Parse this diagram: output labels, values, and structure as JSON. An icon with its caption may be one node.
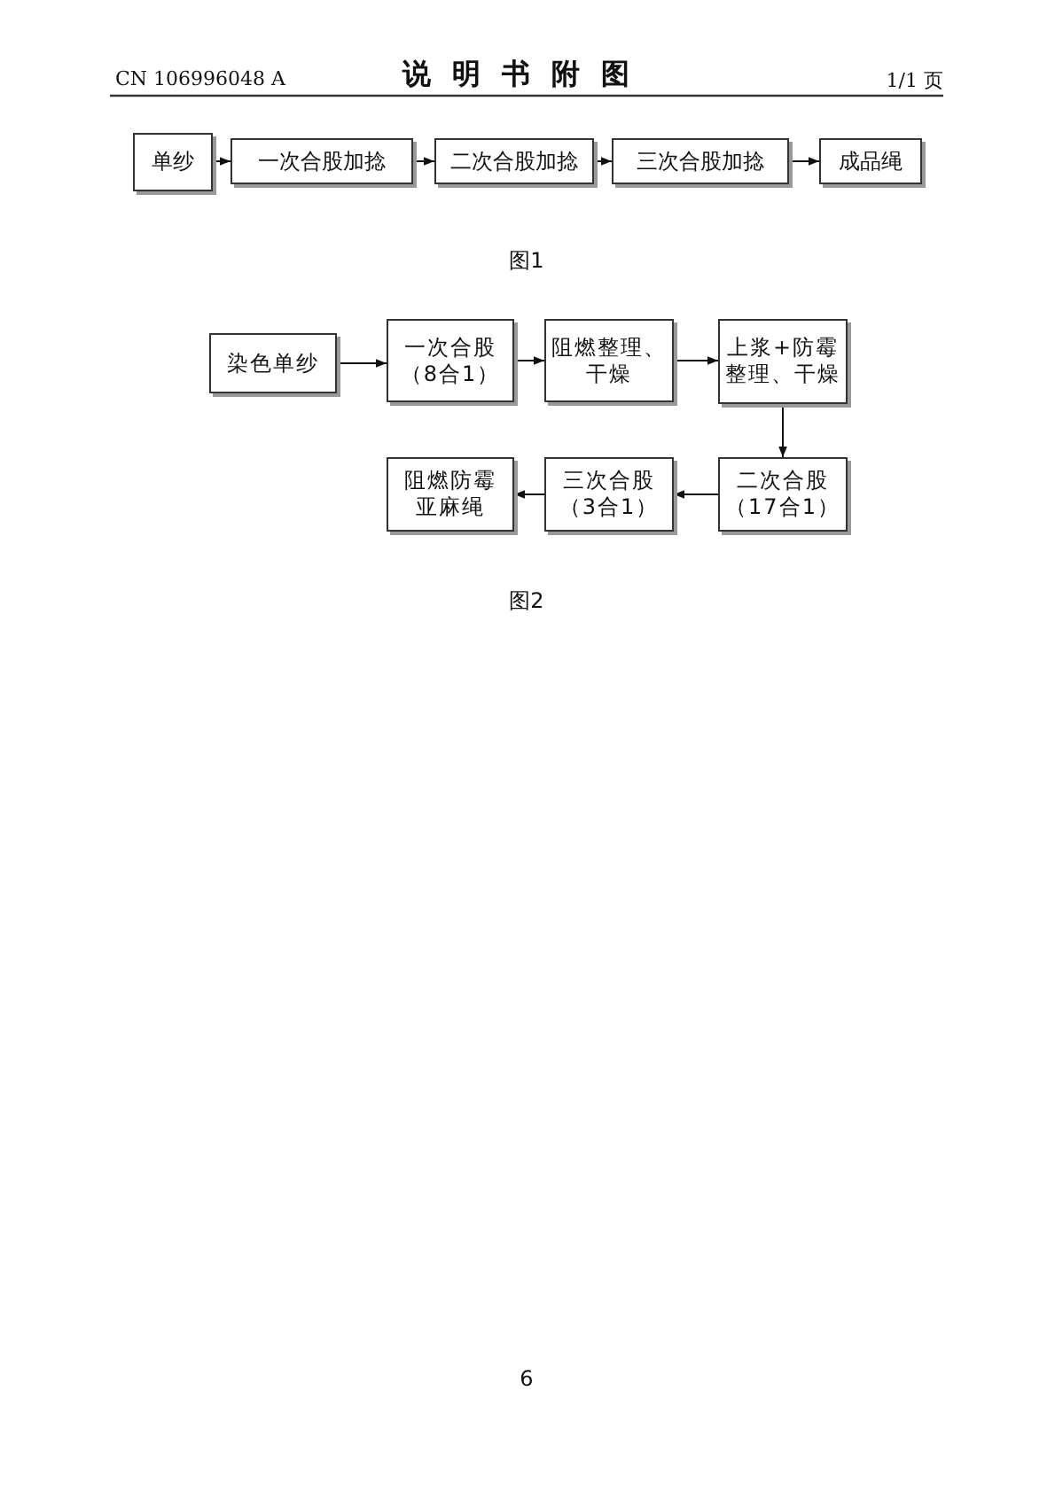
{
  "diagram": {
    "title": "说明书附图",
    "nodes": [
      {
        "text": [
          "单纱"
        ]
      },
      {
        "text": [
          "一次合股加捻"
        ]
      },
      {
        "text": [
          "二次合股加捻"
        ]
      },
      {
        "text": [
          "三次合股加捻"
        ]
      },
      {
        "text": [
          "成品绳"
        ]
      },
      {
        "text": [
          "染色单纱"
        ]
      },
      {
        "text": [
          "一次合股（8合1）"
        ]
      },
      {
        "text": [
          "阻燃整理、干燥"
        ]
      },
      {
        "text": [
          "上浆+防霉整理、干燥"
        ]
      },
      {
        "text": [
          "二次合股（17合1）"
        ]
      },
      {
        "text": [
          "三次合股（3合1）"
        ]
      },
      {
        "text": [
          "阻燃防霉亚麻绳"
        ]
      }
    ],
    "edges": [
      {
        "from": 0,
        "to": 1,
        "arrow": "to"
      },
      {
        "from": 1,
        "to": 2,
        "arrow": "to"
      },
      {
        "from": 2,
        "to": 3,
        "arrow": "to"
      },
      {
        "from": 3,
        "to": 4,
        "arrow": "to"
      },
      {
        "from": 5,
        "to": 6,
        "arrow": "to"
      },
      {
        "from": 6,
        "to": 7,
        "arrow": "to"
      },
      {
        "from": 7,
        "to": 8,
        "arrow": "to"
      },
      {
        "from": 8,
        "to": 9,
        "arrow": "to"
      },
      {
        "from": 9,
        "to": 10,
        "arrow": "to"
      },
      {
        "from": 10,
        "to": 11,
        "arrow": "to"
      }
    ],
    "labels": [
      "CN 106996048 A",
      "1/1 页",
      "图1",
      "图2",
      "6"
    ]
  }
}
